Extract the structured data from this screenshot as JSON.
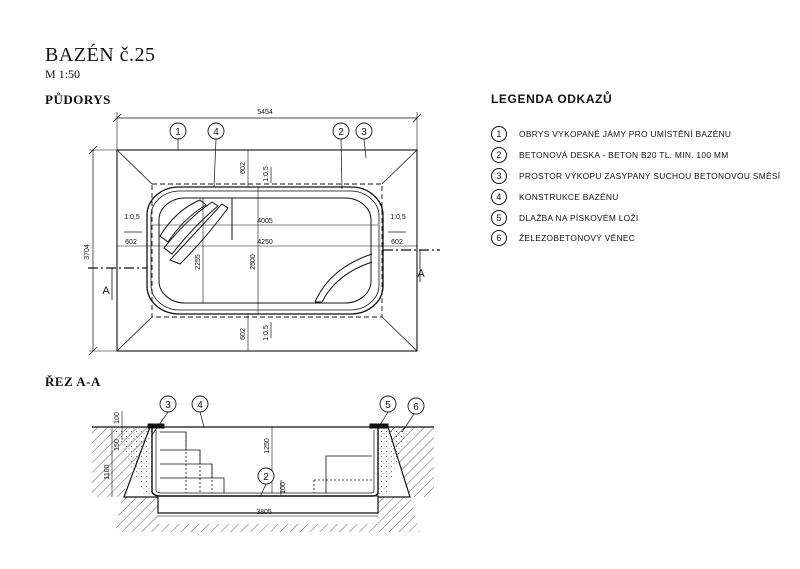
{
  "title": "BAZÉN č.25",
  "scale": "M 1:50",
  "plan_heading": "PŮDORYS",
  "section_heading": "ŘEZ A-A",
  "legend_heading": "LEGENDA ODKAZŮ",
  "legend": [
    {
      "num": "1",
      "text": "OBRYS VYKOPANÉ JÁMY PRO UMÍSTĚNÍ BAZÉNU"
    },
    {
      "num": "2",
      "text": "BETONOVÁ DESKA - BETON B20 TL. MIN. 100 MM"
    },
    {
      "num": "3",
      "text": "PROSTOR VÝKOPU ZASYPANÝ SUCHOU BETONOVOU SMĚSÍ"
    },
    {
      "num": "4",
      "text": "KONSTRUKCE BAZÉNU"
    },
    {
      "num": "5",
      "text": "DLAŽBA NA PÍSKOVÉM LOŽI"
    },
    {
      "num": "6",
      "text": "ŽELEZOBETONOVÝ VĚNEC"
    }
  ],
  "plan": {
    "callouts": [
      "1",
      "4",
      "2",
      "3"
    ],
    "dim_total_width": "5454",
    "dim_total_height": "3704",
    "dim_inner_length": "4005",
    "dim_outer_length": "4250",
    "dim_inner_width": "2255",
    "dim_outer_width": "2500",
    "dim_offset_top": "602",
    "dim_offset_bottom": "602",
    "dim_offset_left": "602",
    "dim_offset_right": "602",
    "slope_top": "1:0,5",
    "slope_bottom": "1:0,5",
    "slope_left": "1:0,5",
    "slope_right": "1:0,5",
    "section_marker_left": "A",
    "section_marker_right": "A"
  },
  "section": {
    "callouts_left": [
      "3",
      "4"
    ],
    "callouts_right": [
      "5",
      "6"
    ],
    "callout_slab": "2",
    "dim_depth": "1250",
    "dim_top": "100",
    "dim_left_150": "150",
    "dim_left_1100": "1100",
    "dim_slab": "100",
    "dim_bottom": "3805"
  }
}
